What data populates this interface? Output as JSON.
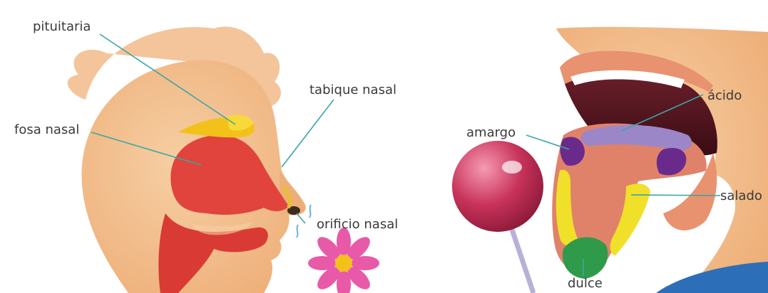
{
  "nose_diagram": {
    "labels": {
      "pituitaria": "pituitaria",
      "tabique_nasal": "tabique nasal",
      "fosa_nasal": "fosa nasal",
      "orificio_nasal": "orificio nasal"
    }
  },
  "tongue_diagram": {
    "labels": {
      "acido": "ácido",
      "amargo": "amargo",
      "salado": "salado",
      "dulce": "dulce"
    }
  },
  "colors": {
    "leader_line": "#3aa6a6",
    "nasal_cavity": "#e0443c",
    "pituitary": "#f2c21a",
    "acid_zone": "#9b86c8",
    "bitter_zone": "#6a2a8c",
    "salty_zone": "#f0e02a",
    "sweet_zone": "#2e9a4a",
    "lollipop": "#c8325a"
  }
}
